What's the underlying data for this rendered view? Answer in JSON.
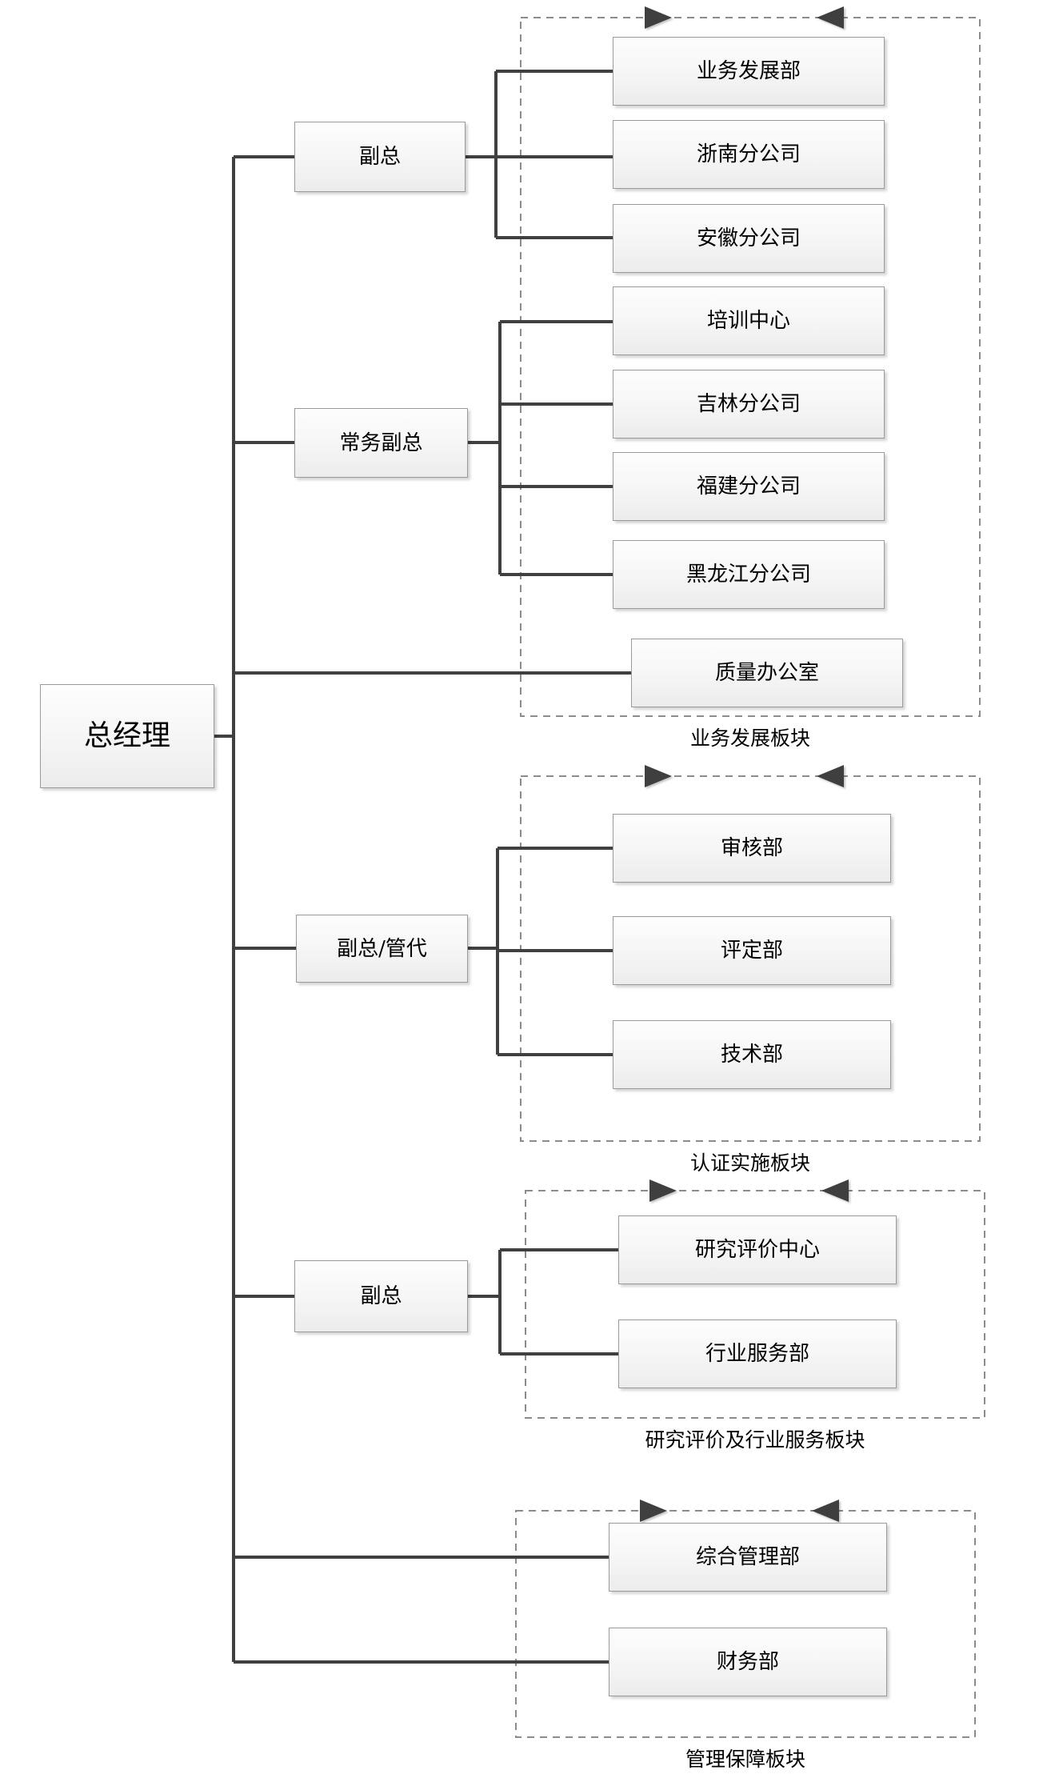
{
  "chart_data": {
    "type": "diagram",
    "diagram_kind": "organization-chart",
    "title": "",
    "root": {
      "label": "总经理"
    },
    "sections": [
      {
        "label": "业务发展板块",
        "managers": [
          {
            "label": "副总",
            "children": [
              "业务发展部",
              "浙南分公司",
              "安徽分公司"
            ]
          },
          {
            "label": "常务副总",
            "children": [
              "培训中心",
              "吉林分公司",
              "福建分公司",
              "黑龙江分公司"
            ]
          }
        ],
        "direct_children": [
          "质量办公室"
        ]
      },
      {
        "label": "认证实施板块",
        "managers": [
          {
            "label": "副总/管代",
            "children": [
              "审核部",
              "评定部",
              "技术部"
            ]
          }
        ],
        "direct_children": []
      },
      {
        "label": "研究评价及行业服务板块",
        "managers": [
          {
            "label": "副总",
            "children": [
              "研究评价中心",
              "行业服务部"
            ]
          }
        ],
        "direct_children": []
      },
      {
        "label": "管理保障板块",
        "managers": [],
        "direct_children": [
          "综合管理部",
          "财务部"
        ]
      }
    ]
  },
  "nodes": {
    "root": "总经理",
    "vp1": "副总",
    "vp2": "常务副总",
    "vp3": "副总/管代",
    "vp4": "副总",
    "d1": "业务发展部",
    "d2": "浙南分公司",
    "d3": "安徽分公司",
    "d4": "培训中心",
    "d5": "吉林分公司",
    "d6": "福建分公司",
    "d7": "黑龙江分公司",
    "d8": "质量办公室",
    "d9": "审核部",
    "d10": "评定部",
    "d11": "技术部",
    "d12": "研究评价中心",
    "d13": "行业服务部",
    "d14": "综合管理部",
    "d15": "财务部"
  },
  "section_labels": {
    "s1": "业务发展板块",
    "s2": "认证实施板块",
    "s3": "研究评价及行业服务板块",
    "s4": "管理保障板块"
  },
  "colors": {
    "node_border": "#9a9a9a",
    "node_fill_top": "#fdfdfd",
    "node_fill_bottom": "#ececec",
    "connector": "#404040",
    "group_border": "#8c8c8c",
    "text": "#000000"
  }
}
